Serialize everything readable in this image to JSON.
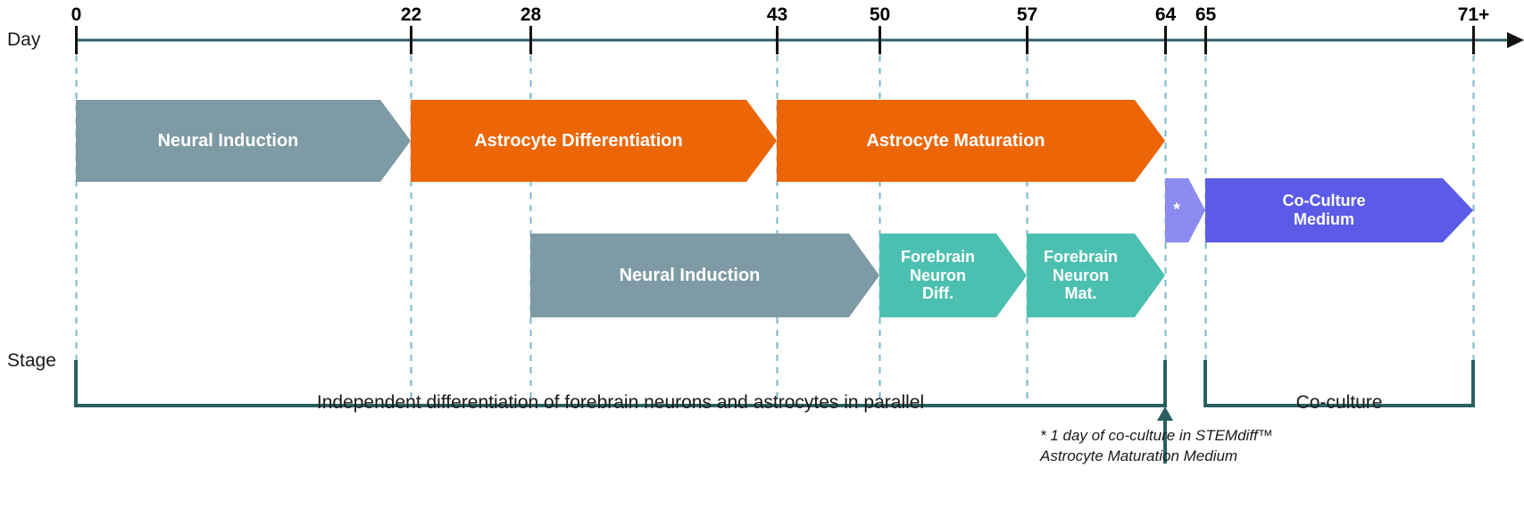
{
  "chart_data": {
    "type": "timeline",
    "title": "",
    "xlabel": "Day",
    "ylabel": "Stage",
    "xlim": [
      0,
      74
    ],
    "axis_ticks": [
      {
        "label": "0",
        "day": 0
      },
      {
        "label": "22",
        "day": 22
      },
      {
        "label": "28",
        "day": 28
      },
      {
        "label": "43",
        "day": 43
      },
      {
        "label": "50",
        "day": 50
      },
      {
        "label": "57",
        "day": 57
      },
      {
        "label": "64",
        "day": 64
      },
      {
        "label": "65",
        "day": 65
      },
      {
        "label": "71+",
        "day": 71
      }
    ],
    "tracks": [
      {
        "name": "astrocyte-track",
        "row": 1,
        "bars": [
          {
            "label": "Neural Induction",
            "start": 0,
            "end": 22,
            "color": "#7e9aa4",
            "font_size": 20
          },
          {
            "label": "Astrocyte Differentiation",
            "start": 22,
            "end": 43,
            "color": "#ec6608",
            "font_size": 20
          },
          {
            "label": "Astrocyte Maturation",
            "start": 43,
            "end": 64,
            "color": "#ec6608",
            "font_size": 20
          }
        ]
      },
      {
        "name": "co-culture-track",
        "row": 2,
        "bars": [
          {
            "label": "*",
            "start": 64,
            "end": 65,
            "color": "#8b8bf0",
            "font_size": 19
          },
          {
            "label": "Co-Culture\nMedium",
            "start": 65,
            "end": 71,
            "color": "#5b5be8",
            "font_size": 18
          }
        ]
      },
      {
        "name": "neuron-track",
        "row": 3,
        "bars": [
          {
            "label": "Neural Induction",
            "start": 28,
            "end": 50,
            "color": "#7e9aa4",
            "font_size": 20
          },
          {
            "label": "Forebrain\nNeuron\nDiff.",
            "start": 50,
            "end": 57,
            "color": "#4cc0b0",
            "font_size": 18
          },
          {
            "label": "Forebrain\nNeuron\nMat.",
            "start": 57,
            "end": 64,
            "color": "#4cc0b0",
            "font_size": 18
          }
        ]
      }
    ],
    "brackets": [
      {
        "name": "parallel-bracket",
        "start": 0,
        "end": 64,
        "label": "Independent differentiation of forebrain neurons and astrocytes in parallel",
        "label_day": 28
      },
      {
        "name": "co-culture-bracket",
        "start": 65,
        "end": 71,
        "label": "Co-culture",
        "label_day": 68
      }
    ],
    "annotations": [
      {
        "name": "co-culture-footnote",
        "text": "* 1 day of co-culture in STEMdiff™\nAstrocyte Maturation Medium",
        "anchor_day": 64
      }
    ],
    "colors": {
      "axis": "#2b5f63",
      "gridline": "#6fb3c9",
      "gray": "#7e9aa4",
      "orange": "#ec6608",
      "teal": "#4cc0b0",
      "purple_light": "#8b8bf0",
      "purple_dark": "#5b5be8",
      "text": "#1a1a1a",
      "bar_text": "#ffffff"
    }
  },
  "axis": {
    "day_label": "Day",
    "stage_label": "Stage"
  }
}
